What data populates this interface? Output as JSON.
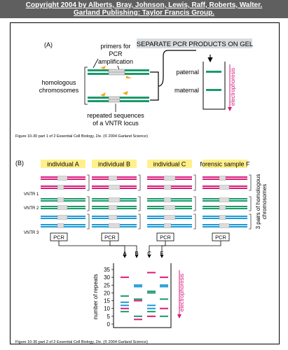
{
  "header": {
    "copyright_line1": "Copyright 2004 by Alberts, Bray, Johnson, Lewis, Raff, Roberts, Walter.",
    "copyright_line2": "Garland Publishing: Taylor Francis Group."
  },
  "part_a": {
    "label": "(A)",
    "primers_line1": "primers for",
    "primers_line2": "PCR",
    "primers_line3": "amplification",
    "homologous_line1": "homologous",
    "homologous_line2": "chromosomes",
    "repeated_line1": "repeated sequences",
    "repeated_line2": "of a VNTR locus",
    "separate_title": "SEPARATE PCR PRODUCTS ON GEL",
    "paternal": "paternal",
    "maternal": "maternal",
    "electrophoresis": "electrophoresis",
    "caption": "Figure 10-30 part 1 of 2  Essential Cell Biology, 2/e. (© 2004 Garland Science)"
  },
  "part_b": {
    "label": "(B)",
    "columns": [
      "individual A",
      "individual B",
      "individual C",
      "forensic sample F"
    ],
    "vntr_labels": [
      "VNTR 1",
      "VNTR 2",
      "VNTR 3"
    ],
    "pairs_line1": "3 pairs of homologous",
    "pairs_line2": "chromosomes",
    "pcr_label": "PCR",
    "lane_labels": [
      "A",
      "B",
      "C",
      "F"
    ],
    "y_axis_label": "number of repeats",
    "y_ticks": [
      "0",
      "5",
      "10",
      "15",
      "20",
      "25",
      "30",
      "35"
    ],
    "electrophoresis": "electrophoresis",
    "caption": "Figure 10-30 part 2 of 2  Essential Cell Biology, 2/e. (© 2004 Garland Science)"
  },
  "colors": {
    "header_bg": "#5f5f5f",
    "green": "#1a9a6a",
    "pink": "#d81b7a",
    "blue": "#1f9ad6",
    "label_yellow": "#fff08a",
    "title_gray": "#d9dcde",
    "primer_orange": "#f5a623"
  },
  "gel_bands": {
    "A": [
      {
        "repeats": 8,
        "color": "green"
      },
      {
        "repeats": 10,
        "color": "pink"
      },
      {
        "repeats": 12,
        "color": "blue"
      },
      {
        "repeats": 14,
        "color": "blue"
      },
      {
        "repeats": 18,
        "color": "green"
      },
      {
        "repeats": 30,
        "color": "pink"
      }
    ],
    "B": [
      {
        "repeats": 3,
        "color": "pink"
      },
      {
        "repeats": 5,
        "color": "green"
      },
      {
        "repeats": 15,
        "color": "pink"
      },
      {
        "repeats": 16,
        "color": "green"
      },
      {
        "repeats": 25,
        "color": "blue"
      },
      {
        "repeats": 25,
        "color": "blue"
      }
    ],
    "C": [
      {
        "repeats": 5,
        "color": "pink"
      },
      {
        "repeats": 8,
        "color": "green"
      },
      {
        "repeats": 10,
        "color": "blue"
      },
      {
        "repeats": 12,
        "color": "blue"
      },
      {
        "repeats": 20,
        "color": "green"
      },
      {
        "repeats": 21,
        "color": "green"
      },
      {
        "repeats": 33,
        "color": "pink"
      }
    ],
    "F": [
      {
        "repeats": 5,
        "color": "green"
      },
      {
        "repeats": 10,
        "color": "pink"
      },
      {
        "repeats": 16,
        "color": "green"
      },
      {
        "repeats": 25,
        "color": "blue"
      },
      {
        "repeats": 25,
        "color": "blue"
      },
      {
        "repeats": 30,
        "color": "pink"
      }
    ]
  }
}
